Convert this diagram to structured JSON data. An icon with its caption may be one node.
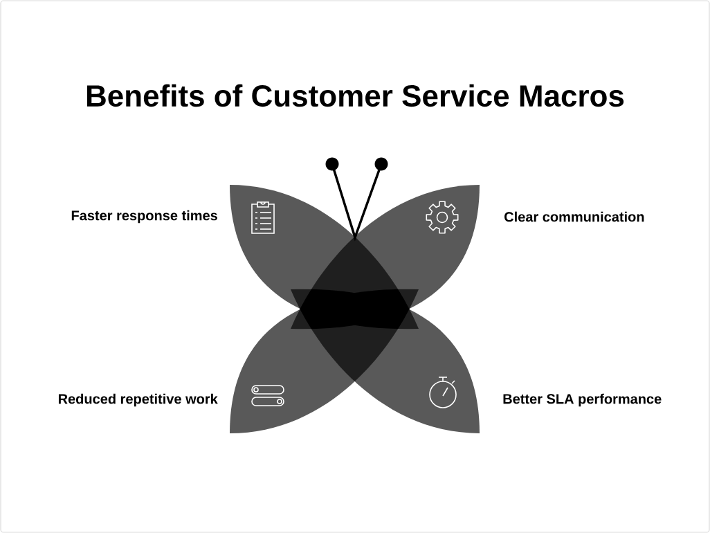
{
  "diagram": {
    "title": "Benefits of Customer Service Macros",
    "nodes": [
      {
        "text": [
          "Faster response times"
        ]
      },
      {
        "text": [
          "Clear communication"
        ]
      },
      {
        "text": [
          "Reduced repetitive work"
        ]
      },
      {
        "text": [
          "Better SLA performance"
        ]
      }
    ]
  }
}
